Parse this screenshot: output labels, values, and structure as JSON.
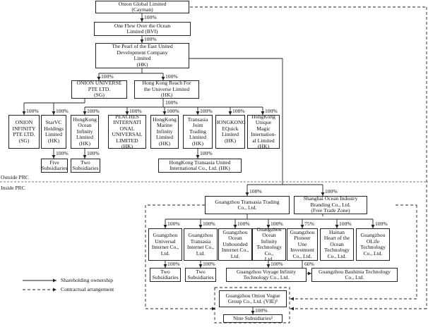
{
  "boxes": {
    "onion_global": [
      "Onion Global Limited",
      "(Cayman)"
    ],
    "one_flew": [
      "One Flew Over the Ocean",
      "Limited (BVI)"
    ],
    "pearl": [
      "The Pearl of the East United",
      "Development Company",
      "Limited",
      "(HK)"
    ],
    "onion_universe": [
      "ONION UNIVERSE",
      "PTE LTD.",
      "(SG)"
    ],
    "hk_reach": [
      "Hong Kong Reach For",
      "the Universe Limited",
      "(HK)"
    ],
    "onion_infinity": [
      "ONION",
      "INFINITY",
      "PTE LTD.",
      "(SG)"
    ],
    "starvc": [
      "StarVC",
      "Holdings",
      "Limited",
      "(HK)"
    ],
    "hk_ocean_infinity": [
      "HongKong",
      "Ocean",
      "Infinity",
      "Limited",
      "(HK)"
    ],
    "peaches": [
      "PEACHES",
      "INTERNATI",
      "ONAL",
      "UNIVERSAL",
      "LIMITED",
      "(HK)"
    ],
    "hk_marine": [
      "HongKong",
      "Marine",
      "Infinity",
      "Limited",
      "(HK)"
    ],
    "transasia_joint": [
      "Transasia",
      "Joint",
      "Trading",
      "Limited",
      "(HK)"
    ],
    "hk_equick": [
      "HONGKONG",
      "EQuick",
      "Limited",
      "(HK)"
    ],
    "hk_unique": [
      "HongKong",
      "Unique",
      "Magic",
      "Internation-",
      "al Limited (HK)"
    ],
    "five_subs": [
      "Five",
      "Subsidiaries"
    ],
    "two_subs_hk": [
      "Two",
      "Subsidiaries"
    ],
    "hk_transasia_united": [
      "HongKong Transasia United",
      "International Co., Ltd. (HK)"
    ],
    "gz_transasia_trading": [
      "Guangzhou Transasia Trading",
      "Co., Ltd."
    ],
    "sh_ocean": [
      "Shanghai Ocean Industry",
      "Branding Co., Ltd.",
      "(Free Trade Zone)"
    ],
    "gz_universal": [
      "Guangzhou",
      "Universal",
      "Internet Co.,",
      "Ltd."
    ],
    "gz_transasia_internet": [
      "Guangzhou",
      "Transasia",
      "Internet Co.,",
      "Ltd."
    ],
    "gz_ocean_unbounded": [
      "Guangzhou",
      "Ocean",
      "Unbounded",
      "Internet Co., Ltd."
    ],
    "gz_ocean_infinity_tech": [
      "Guangzhou",
      "Ocean",
      "Infinity",
      "Technology Co.,",
      "Ltd."
    ],
    "gz_pioneer": [
      "Guangzhou",
      "Pioneer",
      "Une",
      "Investment",
      "Co., Ltd."
    ],
    "hainan": [
      "Hainan",
      "Heart of the",
      "Ocean",
      "Technology",
      "Co., Ltd."
    ],
    "gz_olife": [
      "Guangzhou",
      "OLife",
      "Technology",
      "Co., Ltd."
    ],
    "two_subs_a": [
      "Two",
      "Subsidiaries"
    ],
    "two_subs_b": [
      "Two",
      "Subsidiaries"
    ],
    "gz_voyage": [
      "Guangzhou Voyage Infinity",
      "Technology Co., Ltd."
    ],
    "gz_bauhinia": [
      "Guangzhou Bauhinia Technology",
      "Co., Ltd."
    ],
    "gz_onion_vogue": [
      "Guangzhou Onion Vogue",
      "Group Co., Ltd. (VIE)¹"
    ],
    "nine_subs": [
      "Nine Subsidiaries²"
    ]
  },
  "percentages": {
    "p_one_flew": "100%",
    "p_pearl": "100%",
    "p_onion_universe": "100%",
    "p_hk_reach": "100%",
    "p_hk_reach_children": "100%",
    "p_onion_infinity": "100%",
    "p_starvc": "100%",
    "p_five_subs": "100%",
    "p_hk_ocean_infinity": "100%",
    "p_peaches": "100%",
    "p_hk_marine": "100%",
    "p_transasia_joint": "100%",
    "p_hk_equick": "100%",
    "p_hk_unique": "100%",
    "p_two_subs_hk": "100%",
    "p_hk_transasia_united": "100%",
    "p_gz_transasia_trading": "100%",
    "p_sh_ocean": "100%",
    "p_gz_universal": "100%",
    "p_gz_transasia_internet": "100%",
    "p_gz_ocean_unbounded": "100%",
    "p_gz_ocean_infinity_tech": "100%",
    "p_gz_pioneer": "75%",
    "p_hainan": "100%",
    "p_gz_olife": "100%",
    "p_two_subs_a": "100%",
    "p_two_subs_b": "100%",
    "p_gz_voyage": "100%",
    "p_gz_bauhinia": "60%",
    "p_nine_subs": "100%"
  },
  "regions": {
    "outside": "Outside PRC",
    "inside": "Inside PRC"
  },
  "legend": {
    "shareholding": "Shareholding ownership",
    "contractual": "Contractual arrangement"
  },
  "colors": {
    "line": "#222222",
    "region_divider": "#777777"
  }
}
